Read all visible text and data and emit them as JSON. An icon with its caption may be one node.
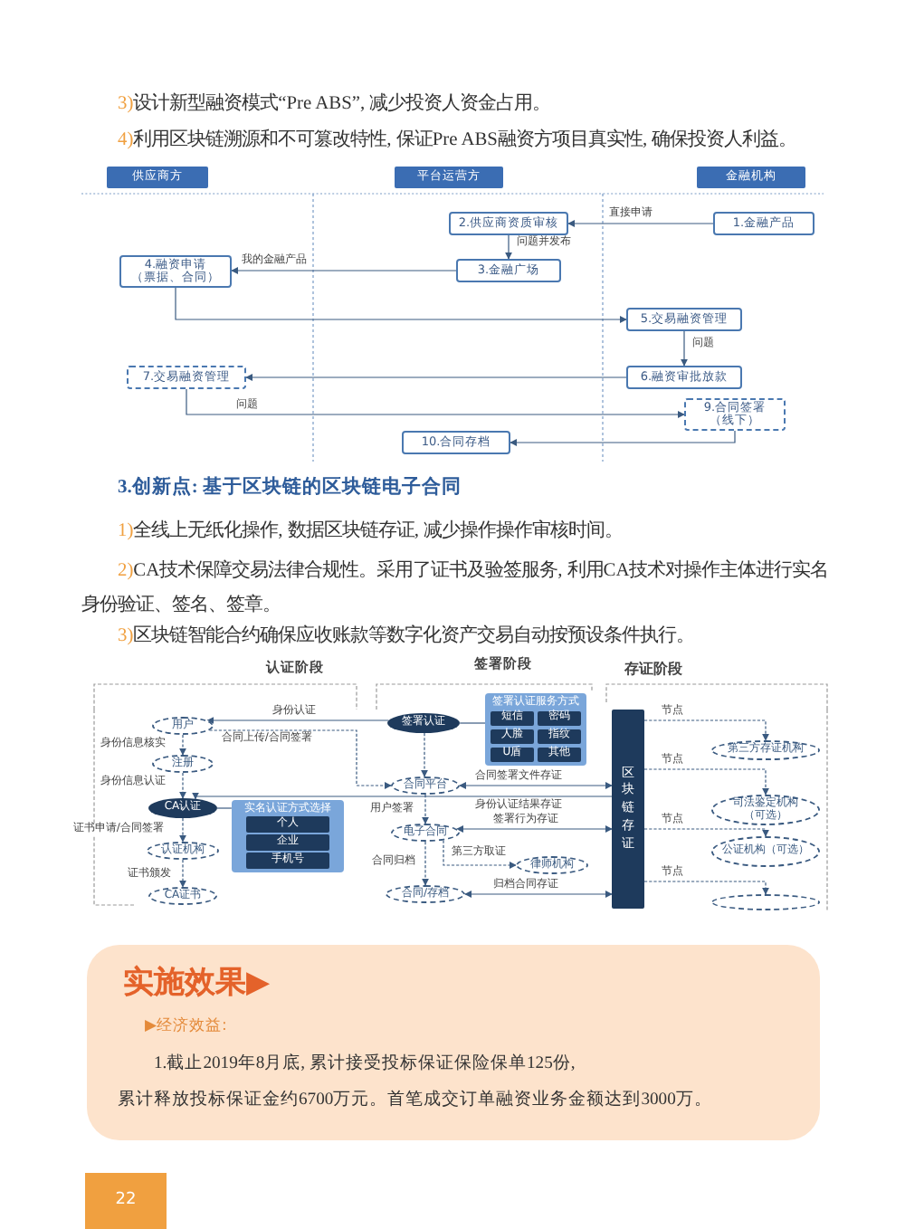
{
  "diagram": {
    "nodes": [
      {
        "text": [
          "供应商方"
        ]
      },
      {
        "text": [
          "平台运营方"
        ]
      },
      {
        "text": [
          "金融机构"
        ]
      },
      {
        "text": [
          "1.金融产品"
        ]
      },
      {
        "text": [
          "2.供应商资质审核"
        ]
      },
      {
        "text": [
          "3.金融广场"
        ]
      },
      {
        "text": [
          "4.融资申请（票据、合同）"
        ]
      },
      {
        "text": [
          "5.交易融资管理"
        ]
      },
      {
        "text": [
          "6.融资审批放款"
        ]
      },
      {
        "text": [
          "7.交易融资管理"
        ]
      },
      {
        "text": [
          "9.合同签署（线下）"
        ]
      },
      {
        "text": [
          "10.合同存档"
        ]
      },
      {
        "text": [
          "用户"
        ]
      },
      {
        "text": [
          "注册"
        ]
      },
      {
        "text": [
          "CA认证"
        ]
      },
      {
        "text": [
          "实名认证方式选择"
        ]
      },
      {
        "text": [
          "个人"
        ],
        "in": 15
      },
      {
        "text": [
          "企业"
        ],
        "in": 15
      },
      {
        "text": [
          "手机号"
        ],
        "in": 15
      },
      {
        "text": [
          "认证机构"
        ]
      },
      {
        "text": [
          "CA证书"
        ]
      },
      {
        "text": [
          "签署认证"
        ]
      },
      {
        "text": [
          "签署认证服务方式"
        ]
      },
      {
        "text": [
          "短信"
        ],
        "in": 22
      },
      {
        "text": [
          "密码"
        ],
        "in": 22
      },
      {
        "text": [
          "人脸"
        ],
        "in": 22
      },
      {
        "text": [
          "指纹"
        ],
        "in": 22
      },
      {
        "text": [
          "U盾"
        ],
        "in": 22
      },
      {
        "text": [
          "其他"
        ],
        "in": 22
      },
      {
        "text": [
          "合同平台"
        ]
      },
      {
        "text": [
          "电子合同"
        ]
      },
      {
        "text": [
          "律师机构"
        ]
      },
      {
        "text": [
          "合同/存档"
        ]
      },
      {
        "text": [
          "区块链存证"
        ]
      },
      {
        "text": [
          "第三方存证机构"
        ]
      },
      {
        "text": [
          "司法鉴定机构（可选）"
        ]
      },
      {
        "text": [
          "公证机构（可选）"
        ]
      },
      {
        "text": [],
        "shape": "ellipse"
      },
      {
        "text": [
          "实施效果▶",
          "▶经济效益:",
          "1.截止2019年8月底, 累计接受投标保证保险保单125份, 累计释放投标保证金约6700万元。首笔成交订单融资业务金额达到3000万。"
        ]
      },
      {
        "text": [
          "22"
        ]
      }
    ],
    "edges": [
      {
        "from": 3,
        "to": 4,
        "arrow": "to",
        "label": "直接申请"
      },
      {
        "from": 4,
        "to": 5,
        "arrow": "to",
        "label": "问题并发布"
      },
      {
        "from": 5,
        "to": 6,
        "arrow": "to",
        "label": "我的金融产品"
      },
      {
        "from": 6,
        "to": 7,
        "arrow": "to"
      },
      {
        "from": 7,
        "to": 8,
        "arrow": "to",
        "label": "问题"
      },
      {
        "from": 8,
        "to": 9,
        "arrow": "to"
      },
      {
        "from": 9,
        "to": 10,
        "arrow": "to",
        "label": "问题"
      },
      {
        "from": 10,
        "to": 11,
        "arrow": "to"
      },
      {
        "from": 21,
        "to": 12,
        "arrow": "to",
        "label": "身份认证"
      },
      {
        "from": 12,
        "to": 29,
        "arrow": "to",
        "label": "合同上传/合同签署",
        "style": "dashed"
      },
      {
        "from": 12,
        "to": 13,
        "arrow": "to",
        "label": "身份信息核实",
        "style": "dashed"
      },
      {
        "from": 13,
        "to": 14,
        "arrow": "to",
        "label": "身份信息认证",
        "style": "dashed"
      },
      {
        "from": 14,
        "to": 15,
        "arrow": "none"
      },
      {
        "from": 14,
        "to": 19,
        "arrow": "to",
        "label": "证书申请/合同签署",
        "style": "dashed"
      },
      {
        "from": 19,
        "to": 20,
        "arrow": "to",
        "label": "证书颁发",
        "style": "dashed"
      },
      {
        "from": 21,
        "to": 22,
        "arrow": "none"
      },
      {
        "from": 21,
        "to": 29,
        "arrow": "to",
        "style": "dashed"
      },
      {
        "from": 29,
        "to": 33,
        "arrow": "both",
        "label": "合同签署文件存证"
      },
      {
        "from": 33,
        "to": 14,
        "arrow": "to",
        "label": "身份认证结果存证"
      },
      {
        "from": 29,
        "to": 30,
        "arrow": "to",
        "label": "用户签署",
        "style": "dashed"
      },
      {
        "from": 30,
        "to": 33,
        "arrow": "both",
        "label": "签署行为存证"
      },
      {
        "from": 30,
        "to": 31,
        "arrow": "to",
        "label": "第三方取证",
        "style": "dashed"
      },
      {
        "from": 30,
        "to": 32,
        "arrow": "to",
        "label": "合同归档",
        "style": "dashed"
      },
      {
        "from": 32,
        "to": 33,
        "arrow": "both",
        "label": "归档合同存证"
      },
      {
        "from": 33,
        "to": 34,
        "arrow": "to",
        "label": "节点",
        "style": "dashed"
      },
      {
        "from": 33,
        "to": 35,
        "arrow": "to",
        "label": "节点",
        "style": "dashed"
      },
      {
        "from": 33,
        "to": 36,
        "arrow": "to",
        "label": "节点",
        "style": "dashed"
      },
      {
        "from": 33,
        "to": 37,
        "arrow": "to",
        "label": "节点",
        "style": "dashed"
      }
    ],
    "labels": [
      "3)",
      "设计新型融资模式“Pre ABS”, 减少投资人资金占用。",
      "4)",
      "利用区块链溯源和不可篡改特性, 保证Pre ABS融资方项目真实性, 确保投资人利益。",
      "3.创新点: 基于区块链的区块链电子合同",
      "1)",
      "全线上无纸化操作, 数据区块链存证, 减少操作操作审核时间。",
      "2)",
      "CA技术保障交易法律合规性。采用了证书及验签服务, 利用CA技术对操作主体进行实名身份验证、签名、签章。",
      "3)",
      "区块链智能合约确保应收账款等数字化资产交易自动按预设条件执行。",
      "认证阶段",
      "签署阶段",
      "存证阶段"
    ]
  }
}
